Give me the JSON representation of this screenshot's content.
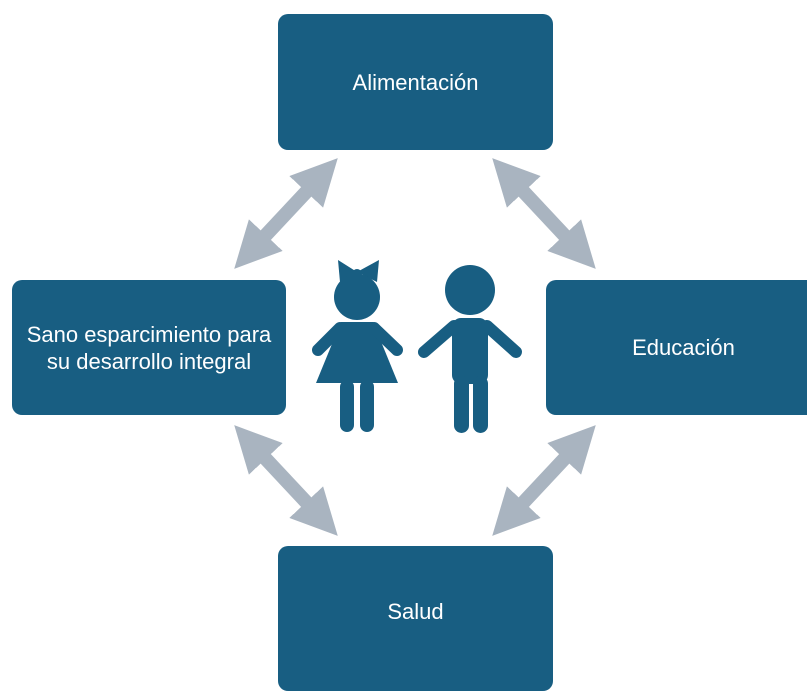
{
  "diagram": {
    "nodes": {
      "top": "Alimentación",
      "left": "Sano esparcimiento para su desarrollo integral",
      "right": "Educación",
      "bottom": "Salud"
    },
    "colors": {
      "box": "#185e82",
      "arrow": "#a9b4c0",
      "figure": "#185e82",
      "text": "#ffffff"
    },
    "center_icon": "children-icon",
    "connectors": "bidirectional-arrows"
  }
}
